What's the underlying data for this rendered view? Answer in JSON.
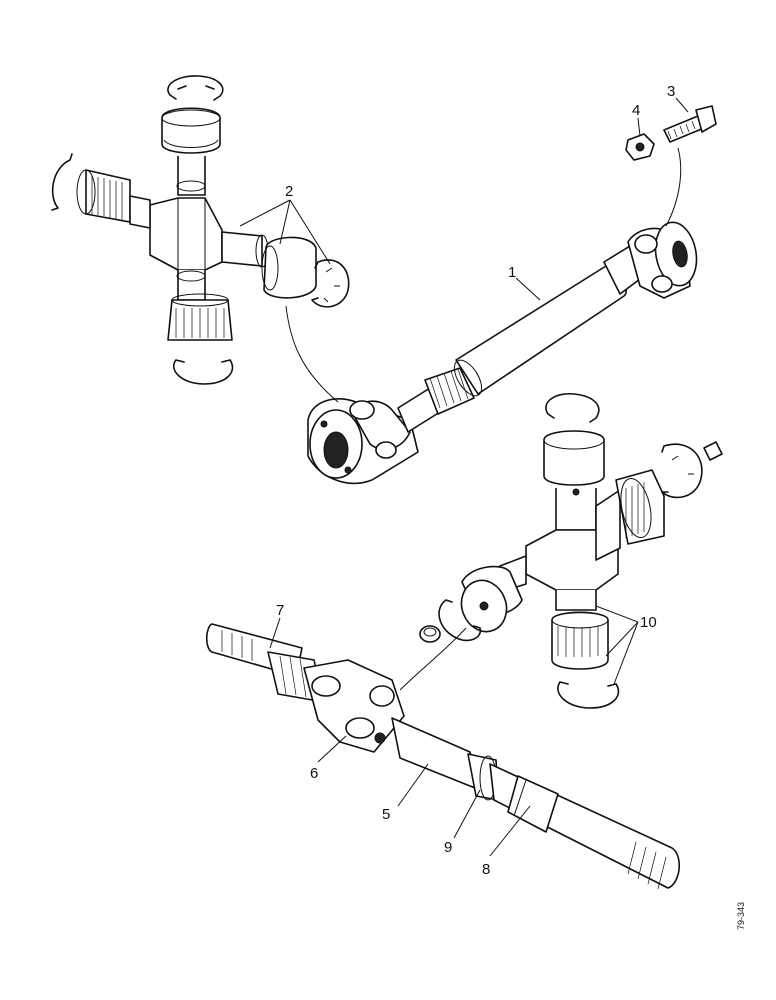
{
  "diagram": {
    "callouts": [
      "1",
      "2",
      "3",
      "4",
      "5",
      "6",
      "7",
      "8",
      "9",
      "10"
    ],
    "figure_reference": "79-343"
  }
}
